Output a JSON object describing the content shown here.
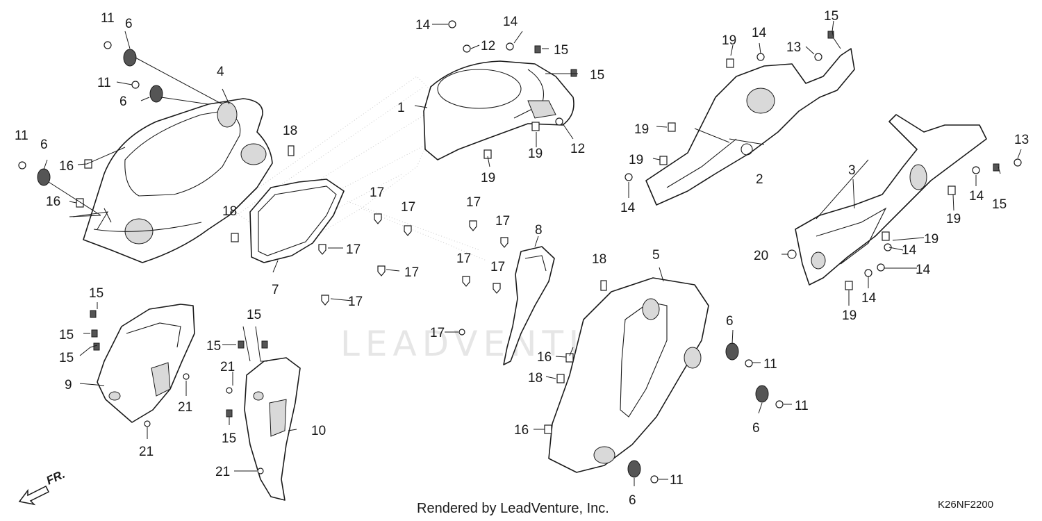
{
  "diagram": {
    "watermark_text": "LEADVENTURE",
    "footer_text": "Rendered by LeadVenture, Inc.",
    "diagram_code": "K26NF2200",
    "direction_label": "FR.",
    "part_labels": {
      "p1": "1",
      "p2": "2",
      "p3": "3",
      "p4": "4",
      "p5": "5",
      "p6a": "6",
      "p6b": "6",
      "p6c": "6",
      "p6d": "6",
      "p6e": "6",
      "p6f": "6",
      "p7": "7",
      "p8": "8",
      "p9": "9",
      "p10": "10",
      "p11a": "11",
      "p11b": "11",
      "p11c": "11",
      "p11d": "11",
      "p11e": "11",
      "p11f": "11",
      "p12a": "12",
      "p12b": "12",
      "p13a": "13",
      "p13b": "13",
      "p14a": "14",
      "p14b": "14",
      "p14c": "14",
      "p14d": "14",
      "p14e": "14",
      "p14f": "14",
      "p14g": "14",
      "p14h": "14",
      "p15a": "15",
      "p15b": "15",
      "p15c": "15",
      "p15d": "15",
      "p15e": "15",
      "p15f": "15",
      "p15g": "15",
      "p15h": "15",
      "p15i": "15",
      "p15j": "15",
      "p16a": "16",
      "p16b": "16",
      "p16c": "16",
      "p16d": "16",
      "p17a": "17",
      "p17b": "17",
      "p17c": "17",
      "p17d": "17",
      "p17e": "17",
      "p17f": "17",
      "p17g": "17",
      "p17h": "17",
      "p17i": "17",
      "p17j": "17",
      "p18a": "18",
      "p18b": "18",
      "p18c": "18",
      "p18d": "18",
      "p19a": "19",
      "p19b": "19",
      "p19c": "19",
      "p19d": "19",
      "p19e": "19",
      "p19f": "19",
      "p19g": "19",
      "p19h": "19",
      "p20": "20",
      "p21a": "21",
      "p21b": "21",
      "p21c": "21",
      "p21d": "21"
    }
  }
}
